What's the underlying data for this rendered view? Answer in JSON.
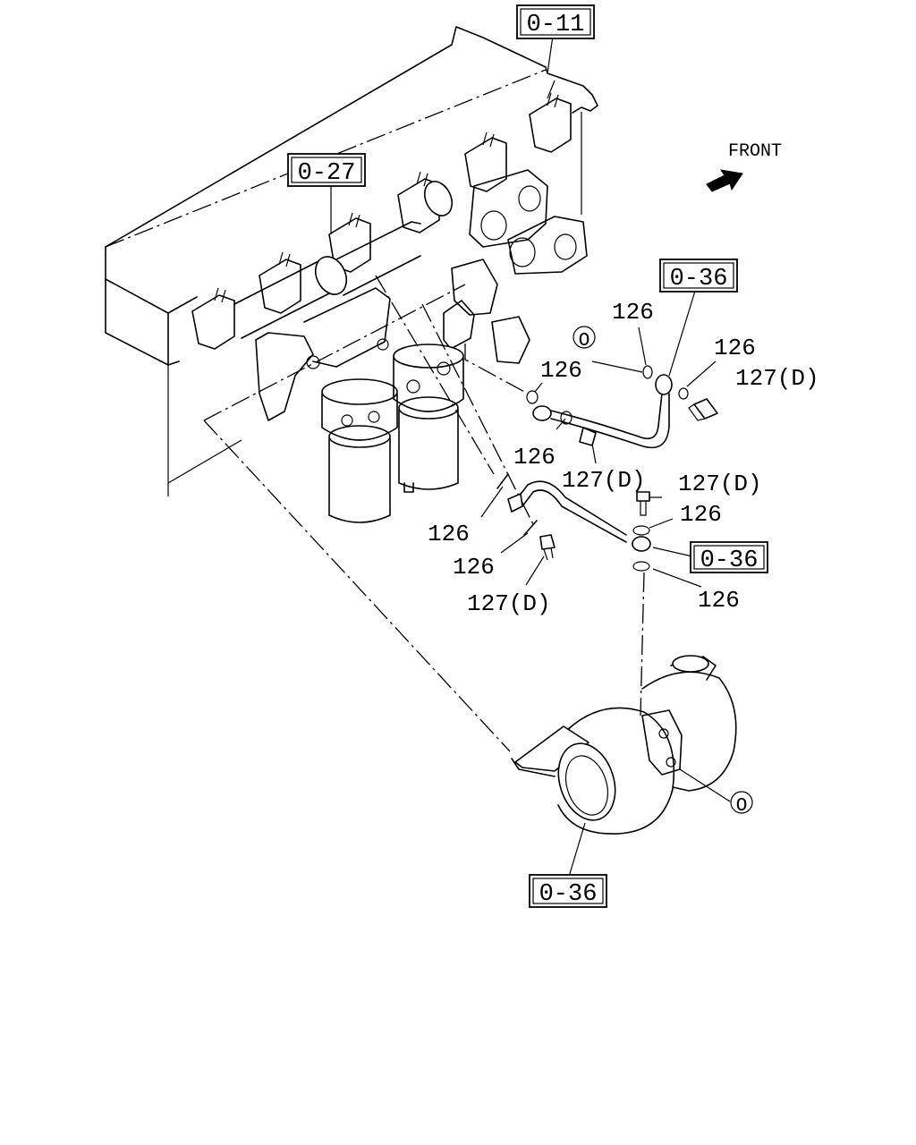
{
  "front_label": "FRONT",
  "refs": {
    "r011": "0-11",
    "r027": "0-27",
    "r036_a": "0-36",
    "r036_b": "0-36",
    "r036_c": "0-36"
  },
  "callouts": {
    "c126_1": "126",
    "c126_2": "126",
    "c126_3": "126",
    "c126_4": "126",
    "c126_5": "126",
    "c126_6": "126",
    "c126_7": "126",
    "c126_8": "126",
    "c127_1": "127(D)",
    "c127_2": "127(D)",
    "c127_3": "127(D)",
    "c127_4": "127(D)"
  },
  "markers": {
    "m1": "O",
    "m2": "O"
  },
  "icons": [
    "front-arrow-icon"
  ]
}
